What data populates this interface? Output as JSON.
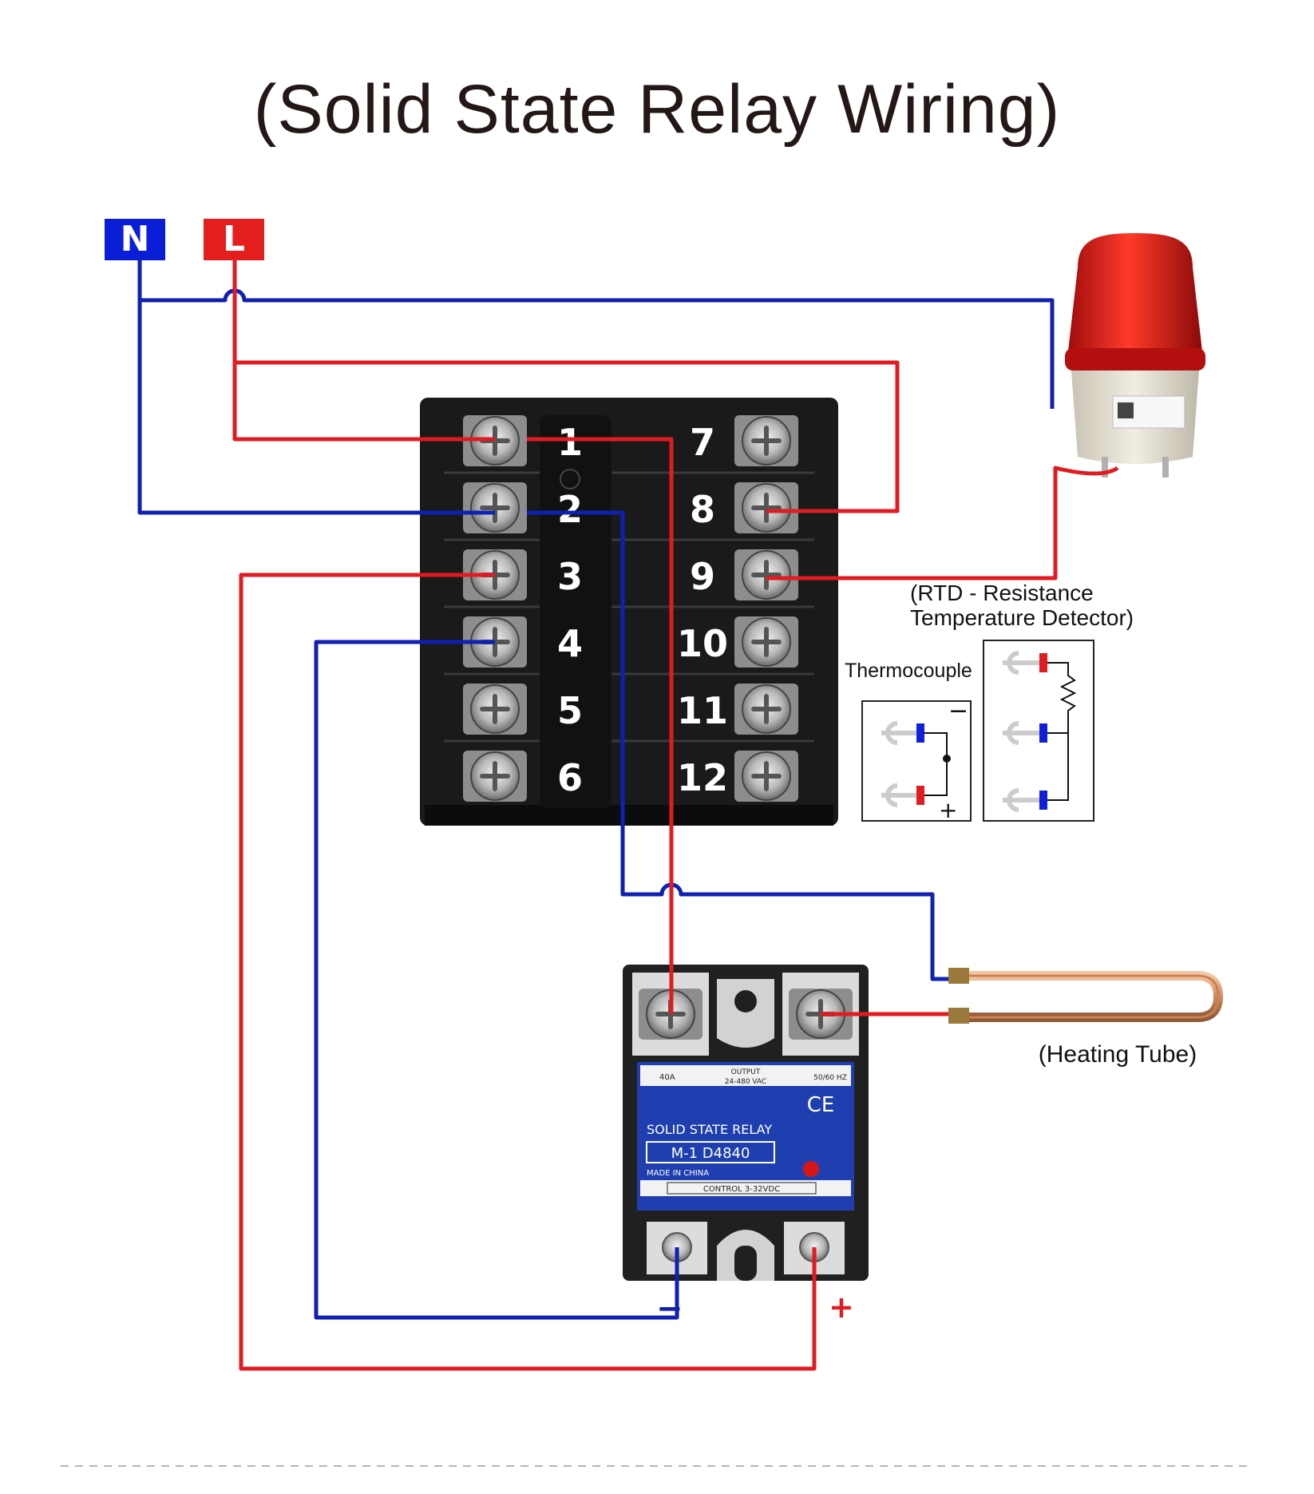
{
  "title": "(Solid State Relay Wiring)",
  "power": {
    "neutral": "N",
    "live": "L"
  },
  "controller": {
    "left_terminals": [
      "1",
      "2",
      "3",
      "4",
      "5",
      "6"
    ],
    "right_terminals": [
      "7",
      "8",
      "9",
      "10",
      "11",
      "12"
    ]
  },
  "sensors": {
    "rtd_label_line1": "(RTD - Resistance",
    "rtd_label_line2": "Temperature Detector)",
    "thermocouple_label": "Thermocouple",
    "tc_minus": "−",
    "tc_plus": "+"
  },
  "ssr": {
    "name": "SOLID STATE RELAY",
    "model": "M-1 D4840",
    "made_in": "MADE IN CHINA",
    "control": "CONTROL 3-32VDC",
    "output_label": "OUTPUT",
    "output_voltage": "24-480 VAC",
    "current": "40A",
    "freq": "50/60 HZ",
    "ce_mark": "CE",
    "minus_sign": "−",
    "plus_sign": "+"
  },
  "heater_label": "(Heating Tube)",
  "colors": {
    "live": "#e01b22",
    "neutral": "#1020b0",
    "blue_box": "#0a1ed8",
    "red_box": "#e41d1d",
    "ssr_face": "#1f3fb0"
  }
}
